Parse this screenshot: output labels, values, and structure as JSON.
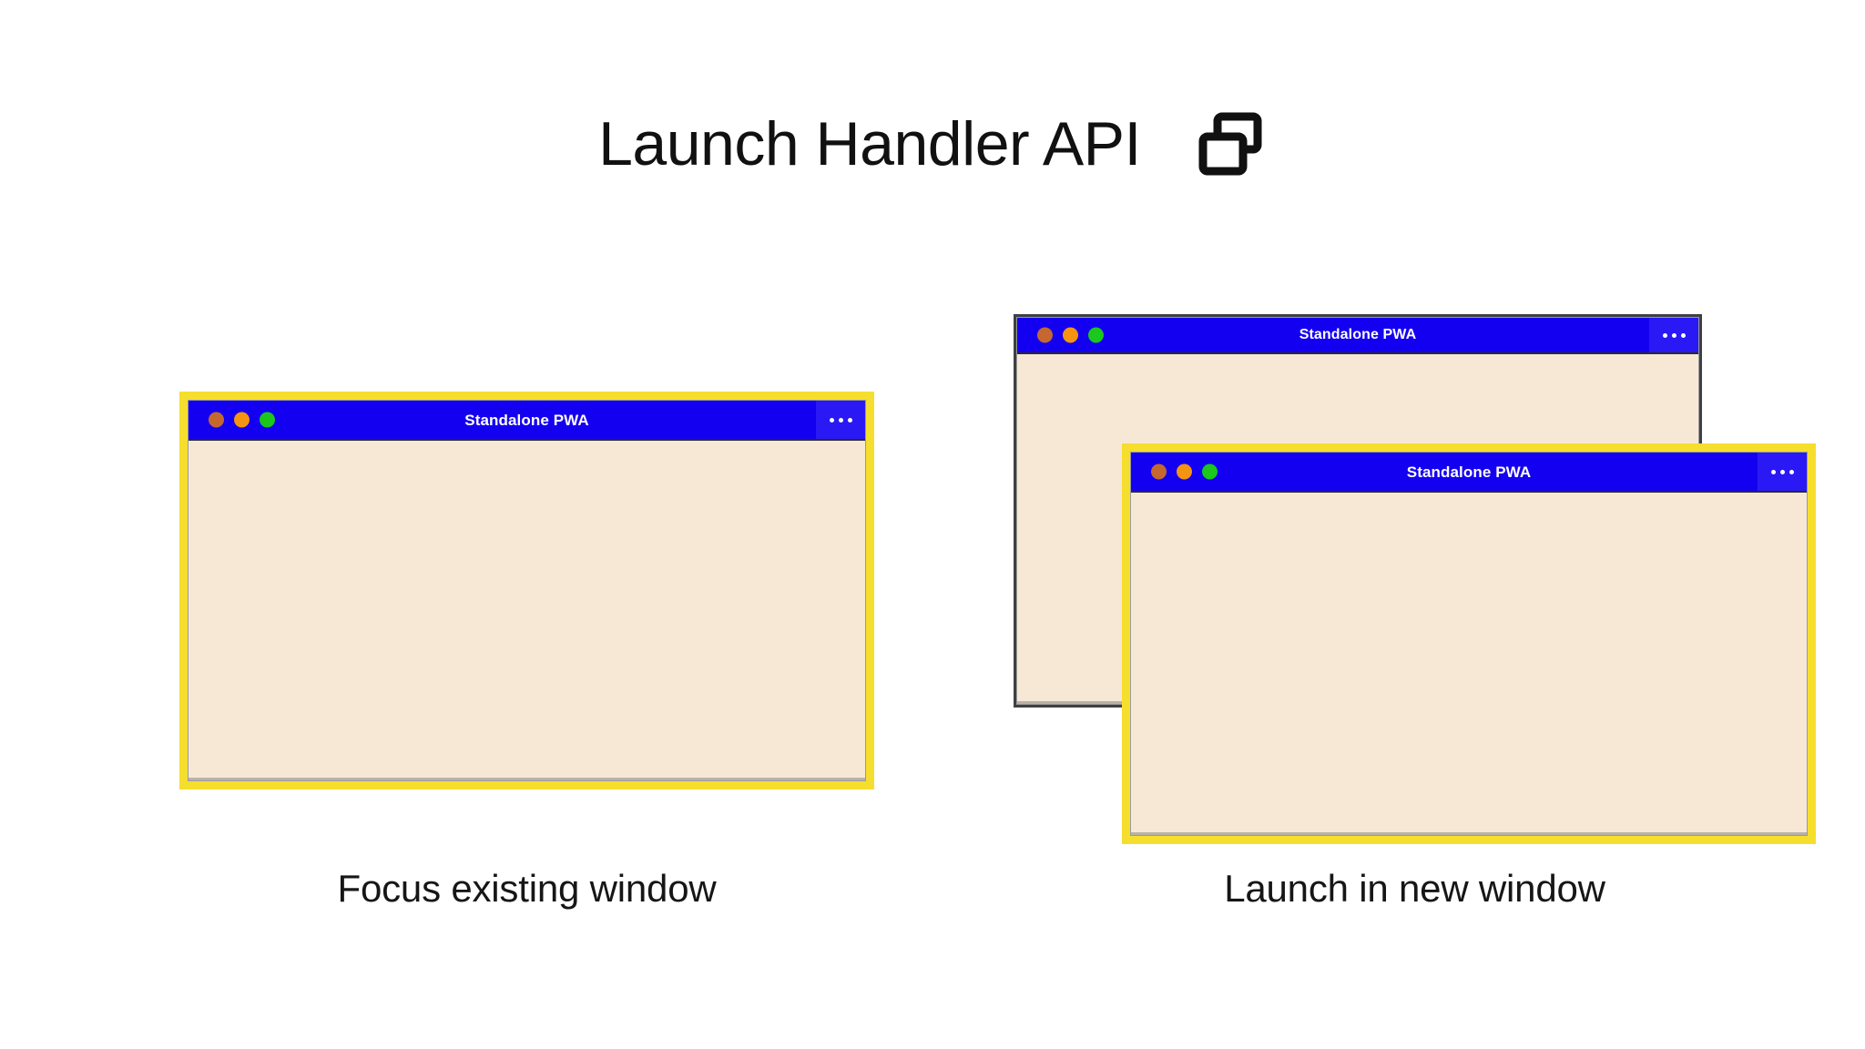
{
  "page": {
    "background_color": "#ffffff",
    "title": "Launch Handler API",
    "title_icon": "multiple-windows-icon"
  },
  "colors": {
    "accent_blue": "#1400f0",
    "menu_blue": "#2a19f5",
    "focus_yellow": "#f6de2e",
    "window_body_cream": "#f7e8d5",
    "unfocused_border": "#3f4044",
    "dot_close": "#c4682f",
    "dot_minimize": "#f59410",
    "dot_maximize": "#1bc81b",
    "text_dark": "#161616"
  },
  "scenarios": [
    {
      "id": "focus-existing",
      "caption": "Focus existing window",
      "windows": [
        {
          "id": "focus-existing-window",
          "title": "Standalone PWA",
          "focused": true,
          "overflow_menu": "…",
          "traffic_lights": [
            "close",
            "minimize",
            "maximize"
          ]
        }
      ]
    },
    {
      "id": "launch-new",
      "caption": "Launch in new window",
      "windows": [
        {
          "id": "new-window-back",
          "title": "Standalone PWA",
          "focused": false,
          "overflow_menu": "…",
          "traffic_lights": [
            "close",
            "minimize",
            "maximize"
          ]
        },
        {
          "id": "new-window-front",
          "title": "Standalone PWA",
          "focused": true,
          "overflow_menu": "…",
          "traffic_lights": [
            "close",
            "minimize",
            "maximize"
          ]
        }
      ]
    }
  ]
}
